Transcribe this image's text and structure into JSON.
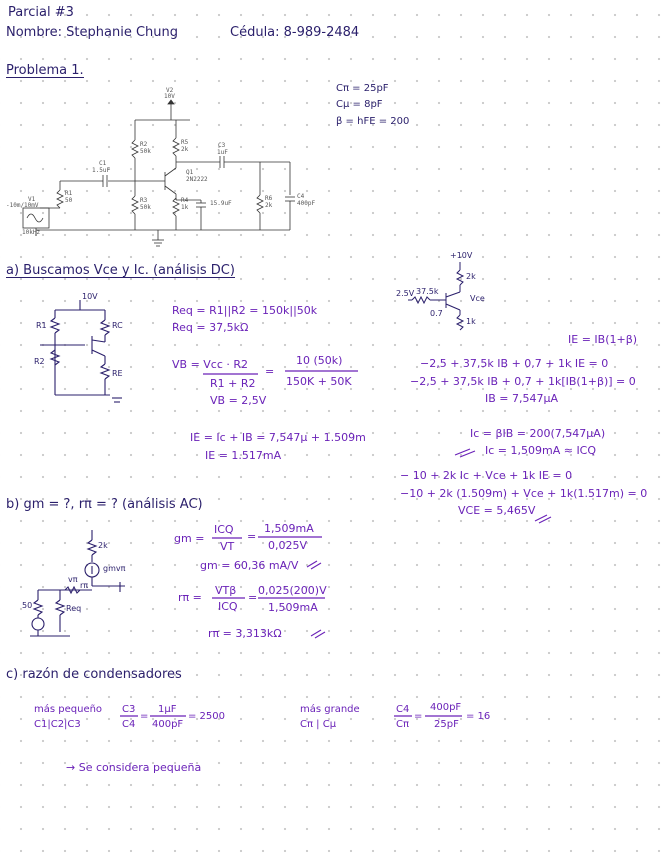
{
  "header": {
    "title": "Parcial #3",
    "name": "Nombre: Stephanie Chung",
    "cedula": "Cédula: 8-989-2484"
  },
  "problema": "Problema 1.",
  "params": [
    "Cπ = 25pF",
    "Cμ = 8pF",
    "β = hFE = 200"
  ],
  "schematic": {
    "v2_name": "V2",
    "v2_value": "10V",
    "r2": "R2",
    "r2_value": "50k",
    "r5": "R5",
    "r5_value": "2k",
    "c3": "C3",
    "c3_value": "1uF",
    "c1": "C1",
    "c1_value": "1.5uF",
    "q1": "Q1",
    "q1_model": "2N2222",
    "r1": "R1",
    "r1_value": "50",
    "v1": "V1",
    "v1_value": "-10m/10mV",
    "v1_freq": "10kHz",
    "r3": "R3",
    "r3_value": "50k",
    "r4": "R4",
    "r4_value": "1k",
    "c2_value": "15.9uF",
    "r6": "R6",
    "r6_value": "2k",
    "c4": "C4",
    "c4_value": "400pF"
  },
  "part_a": {
    "heading": "a) Buscamos Vce y Ic. (análisis DC)",
    "circuit_labels": {
      "vcc": "10V",
      "r1": "R1",
      "r2": "R2",
      "rc": "RC",
      "re": "RE"
    },
    "req_lines": [
      "Req = R1||R2 = 150k||50k",
      "Req = 37,5kΩ"
    ],
    "vb_lhs": "VB = Vcc · R2",
    "vb_lhs_den": "R1 + R2",
    "vb_rhs_num": "10 (50k)",
    "vb_rhs_den": "150K + 50K",
    "vb_result": "VB = 2,5V",
    "ie_lines": [
      "IE = Ic + IB = 7,547μ + 1.509m",
      "IE = 1.517mA"
    ],
    "mini": {
      "vcc": "+10V",
      "rc": "2k",
      "vin": "2.5V",
      "rb": "37.5k",
      "vbe": "0.7",
      "re": "1k",
      "vce": "Vce"
    },
    "kvl_note": "IE = IB(1+β)",
    "kvl_lines": [
      "−2,5 + 37,5k IB + 0,7 + 1k IE = 0",
      "−2,5 + 37,5k IB + 0,7 + 1k[IB(1+β)] = 0",
      "IB = 7,547μA"
    ],
    "ic_lines": [
      "Ic = βIB = 200(7,547μA)",
      "Ic = 1,509mA ≈ ICQ"
    ],
    "vce_lines": [
      "− 10 + 2k Ic + Vce + 1k IE = 0",
      "−10 + 2k (1.509m) + Vce + 1k(1.517m) = 0",
      "VCE = 5,465V"
    ]
  },
  "part_b": {
    "heading": "b) gm = ?, rπ = ? (análisis AC)",
    "circuit_labels": {
      "rc": "2k",
      "gm": "gmvπ",
      "rpi": "rπ",
      "vpi": "vπ",
      "rs": "50",
      "req": "Req"
    },
    "gm_lhs": "gm =",
    "gm_frac1_num": "ICQ",
    "gm_frac1_den": "VT",
    "gm_frac2_num": "1,509mA",
    "gm_frac2_den": "0,025V",
    "gm_result": "gm = 60,36 mA/V",
    "rpi_lhs": "rπ =",
    "rpi_frac1_num": "VTβ",
    "rpi_frac1_den": "ICQ",
    "rpi_frac2_num": "0,025(200)V",
    "rpi_frac2_den": "1,509mA",
    "rpi_result": "rπ = 3,313kΩ"
  },
  "part_c": {
    "heading": "c) razón de condensadores",
    "left_note": [
      "más pequeño",
      "C1|C2|C3"
    ],
    "left_num": "C3",
    "left_den": "C4",
    "left_num2": "1μF",
    "left_den2": "400pF",
    "left_result": "= 2500",
    "right_note": [
      "más grande",
      "Cπ | Cμ"
    ],
    "right_num": "C4",
    "right_den": "Cπ",
    "right_num2": "400pF",
    "right_den2": "25pF",
    "right_result": "= 16",
    "conclusion": "→ Se considera pequeña"
  }
}
